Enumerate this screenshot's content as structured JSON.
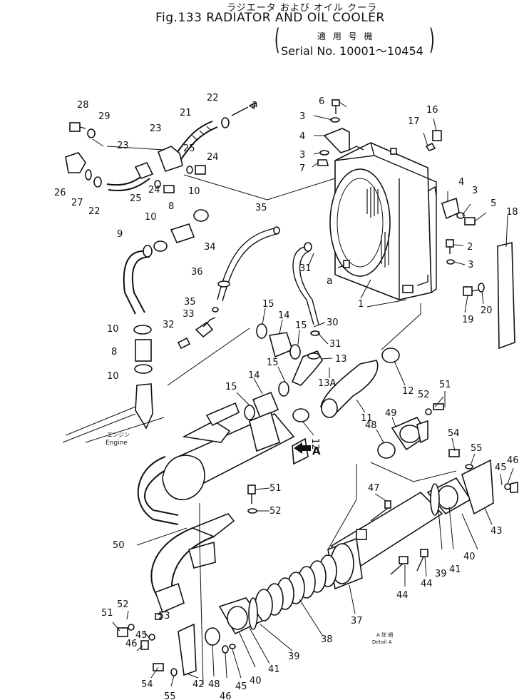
{
  "header": {
    "title_jp": "ラジエータ および オイル クーラ",
    "title_en": "Fig.133  RADIATOR AND OIL COOLER",
    "serial_jp": "適 用 号 機",
    "serial_en": "Serial No. 10001～10454"
  },
  "annotations": {
    "engine_jp": "エンジン",
    "engine_en": "Engine",
    "arrow_a": "A",
    "detail_jp": "A 詳 細",
    "detail_en": "Detail  A",
    "ref_a1": "a",
    "ref_a2": "a"
  },
  "callouts": [
    {
      "id": "c28",
      "text": "28"
    },
    {
      "id": "c29",
      "text": "29"
    },
    {
      "id": "c23a",
      "text": "23"
    },
    {
      "id": "c22a",
      "text": "22"
    },
    {
      "id": "c21",
      "text": "21"
    },
    {
      "id": "c25a",
      "text": "25"
    },
    {
      "id": "c24a",
      "text": "24"
    },
    {
      "id": "c23b",
      "text": "23"
    },
    {
      "id": "c26",
      "text": "26"
    },
    {
      "id": "c27",
      "text": "27"
    },
    {
      "id": "c22b",
      "text": "22"
    },
    {
      "id": "c25b",
      "text": "25"
    },
    {
      "id": "c24b",
      "text": "24"
    },
    {
      "id": "c10a",
      "text": "10"
    },
    {
      "id": "c8a",
      "text": "8"
    },
    {
      "id": "c10b",
      "text": "10"
    },
    {
      "id": "c9",
      "text": "9"
    },
    {
      "id": "c35a",
      "text": "35"
    },
    {
      "id": "c34",
      "text": "34"
    },
    {
      "id": "c36",
      "text": "36"
    },
    {
      "id": "c35b",
      "text": "35"
    },
    {
      "id": "c33",
      "text": "33"
    },
    {
      "id": "c32",
      "text": "32"
    },
    {
      "id": "c10c",
      "text": "10"
    },
    {
      "id": "c8b",
      "text": "8"
    },
    {
      "id": "c10d",
      "text": "10"
    },
    {
      "id": "c6",
      "text": "6"
    },
    {
      "id": "c3a",
      "text": "3"
    },
    {
      "id": "c4a",
      "text": "4"
    },
    {
      "id": "c3b",
      "text": "3"
    },
    {
      "id": "c7",
      "text": "7"
    },
    {
      "id": "c17",
      "text": "17"
    },
    {
      "id": "c16",
      "text": "16"
    },
    {
      "id": "c4b",
      "text": "4"
    },
    {
      "id": "c3c",
      "text": "3"
    },
    {
      "id": "c5",
      "text": "5"
    },
    {
      "id": "c18",
      "text": "18"
    },
    {
      "id": "c2",
      "text": "2"
    },
    {
      "id": "c3d",
      "text": "3"
    },
    {
      "id": "c31a",
      "text": "31"
    },
    {
      "id": "c1",
      "text": "1"
    },
    {
      "id": "c19",
      "text": "19"
    },
    {
      "id": "c20",
      "text": "20"
    },
    {
      "id": "c15a",
      "text": "15"
    },
    {
      "id": "c14a",
      "text": "14"
    },
    {
      "id": "c15b",
      "text": "15"
    },
    {
      "id": "c30",
      "text": "30"
    },
    {
      "id": "c31b",
      "text": "31"
    },
    {
      "id": "c13",
      "text": "13"
    },
    {
      "id": "c13A",
      "text": "13A"
    },
    {
      "id": "c15c",
      "text": "15"
    },
    {
      "id": "c14b",
      "text": "14"
    },
    {
      "id": "c15d",
      "text": "15"
    },
    {
      "id": "c12a",
      "text": "12"
    },
    {
      "id": "c11",
      "text": "11"
    },
    {
      "id": "c12b",
      "text": "12"
    },
    {
      "id": "c51a",
      "text": "51"
    },
    {
      "id": "c52a",
      "text": "52"
    },
    {
      "id": "c49",
      "text": "49"
    },
    {
      "id": "c48a",
      "text": "48"
    },
    {
      "id": "c54a",
      "text": "54"
    },
    {
      "id": "c55a",
      "text": "55"
    },
    {
      "id": "c46a",
      "text": "46"
    },
    {
      "id": "c45a",
      "text": "45"
    },
    {
      "id": "c47",
      "text": "47"
    },
    {
      "id": "c51b",
      "text": "51"
    },
    {
      "id": "c52b",
      "text": "52"
    },
    {
      "id": "c43",
      "text": "43"
    },
    {
      "id": "c50",
      "text": "50"
    },
    {
      "id": "c40a",
      "text": "40"
    },
    {
      "id": "c41a",
      "text": "41"
    },
    {
      "id": "c39a",
      "text": "39"
    },
    {
      "id": "c44a",
      "text": "44"
    },
    {
      "id": "c44b",
      "text": "44"
    },
    {
      "id": "c37",
      "text": "37"
    },
    {
      "id": "c38",
      "text": "38"
    },
    {
      "id": "c52c",
      "text": "52"
    },
    {
      "id": "c51c",
      "text": "51"
    },
    {
      "id": "c53",
      "text": "53"
    },
    {
      "id": "c45b",
      "text": "45"
    },
    {
      "id": "c46b",
      "text": "46"
    },
    {
      "id": "c39b",
      "text": "39"
    },
    {
      "id": "c41b",
      "text": "41"
    },
    {
      "id": "c40b",
      "text": "40"
    },
    {
      "id": "c54b",
      "text": "54"
    },
    {
      "id": "c55b",
      "text": "55"
    },
    {
      "id": "c42",
      "text": "42"
    },
    {
      "id": "c48b",
      "text": "48"
    },
    {
      "id": "c46c",
      "text": "46"
    },
    {
      "id": "c45c",
      "text": "45"
    }
  ]
}
